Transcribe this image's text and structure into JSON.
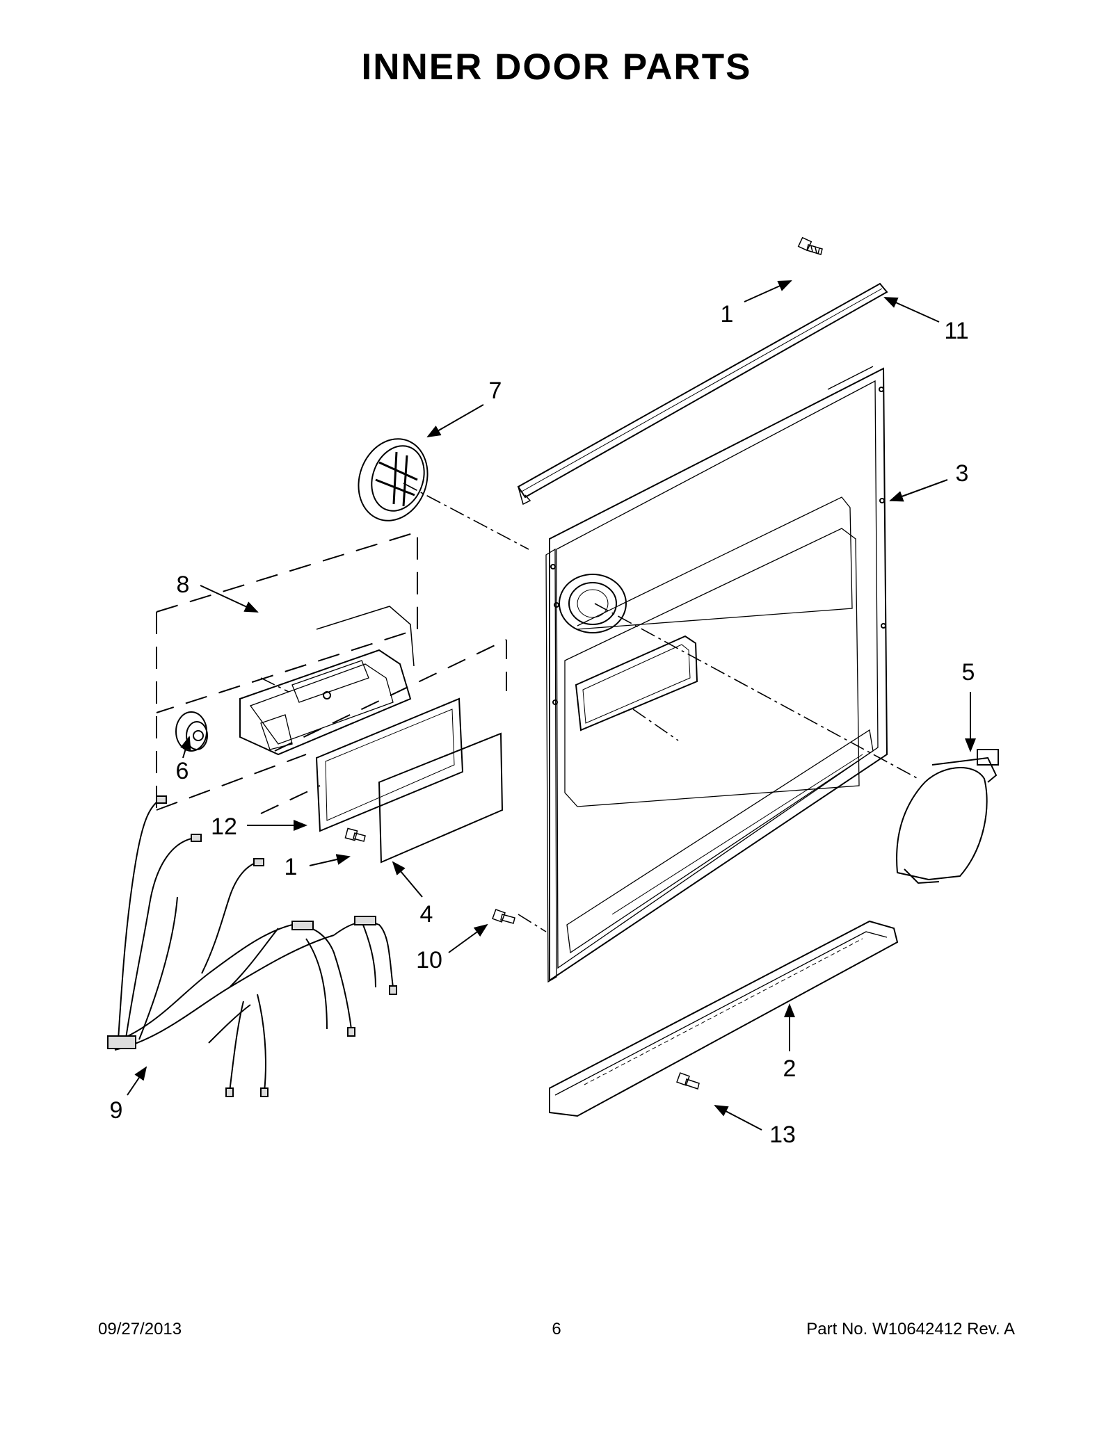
{
  "page": {
    "title": "INNER DOOR PARTS"
  },
  "callouts": [
    "1",
    "11",
    "7",
    "3",
    "8",
    "5",
    "6",
    "12",
    "1",
    "4",
    "10",
    "9",
    "2",
    "13"
  ],
  "footer": {
    "date": "09/27/2013",
    "page_number": "6",
    "part_label": "Part No.  W10642412  Rev.  A"
  }
}
